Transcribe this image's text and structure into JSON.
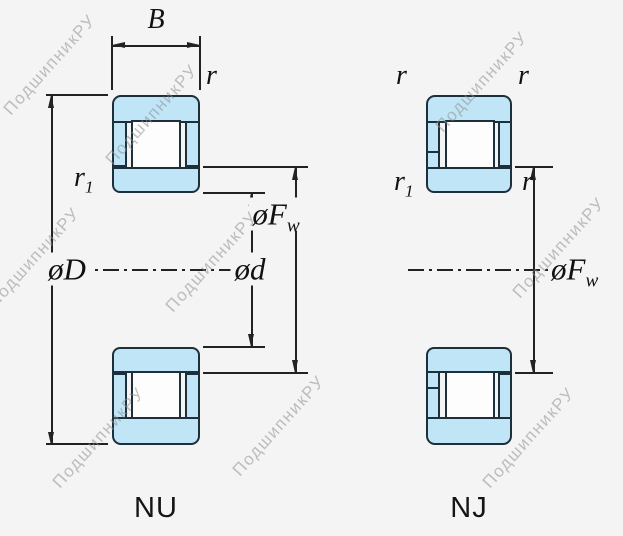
{
  "watermark": {
    "text": "ПодшипникРУ"
  },
  "colors": {
    "bg": "#f3f4f3",
    "fill": "#c0e5f6",
    "line": "#1e2f3c",
    "dim": "#222222"
  },
  "nu": {
    "caption": "NU",
    "dim_B": "B",
    "dim_r": "r",
    "dim_r1_base": "r",
    "dim_r1_sub": "1",
    "dim_D": "øD",
    "dim_d": "ød",
    "dim_Fw_base": "øF",
    "dim_Fw_sub": "w"
  },
  "nj": {
    "caption": "NJ",
    "dim_r_top_left": "r",
    "dim_r_top_right": "r",
    "dim_r1_base": "r",
    "dim_r1_sub": "1",
    "dim_r_inner": "r",
    "dim_Fw_base": "øF",
    "dim_Fw_sub": "w"
  }
}
